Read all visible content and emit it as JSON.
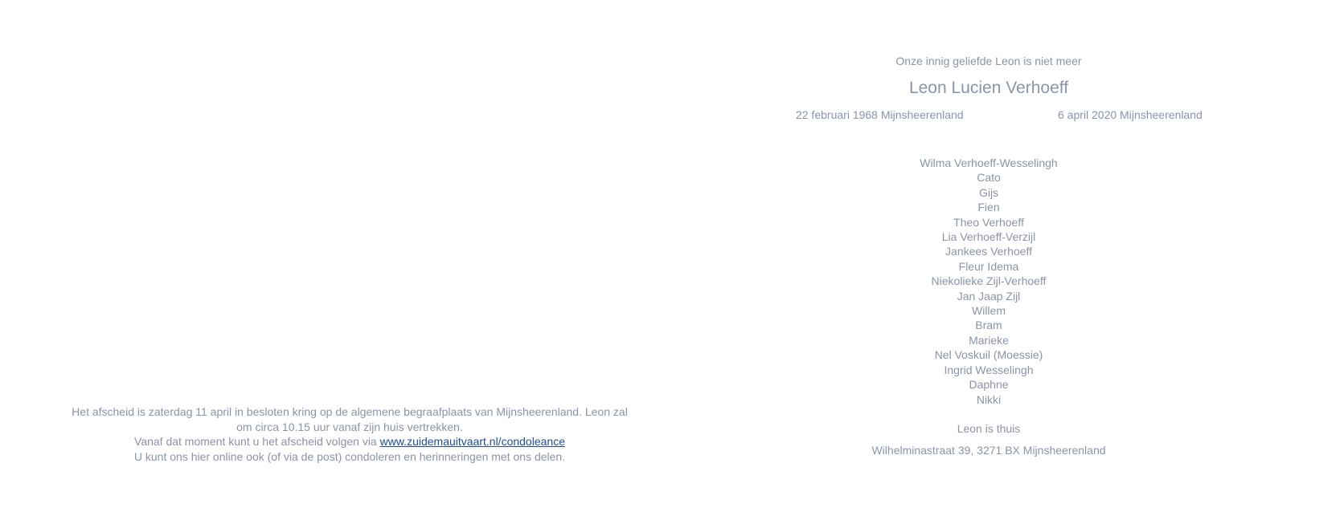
{
  "announcement": {
    "intro": "Onze innig geliefde Leon is niet meer",
    "full_name": "Leon Lucien Verhoeff",
    "birth": "22 februari 1968 Mijnsheerenland",
    "death": "6 april 2020 Mijnsheerenland",
    "family": [
      "Wilma Verhoeff-Wesselingh",
      "Cato",
      "Gijs",
      "Fien",
      "Theo Verhoeff",
      "Lia Verhoeff-Verzijl",
      "Jankees Verhoeff",
      "Fleur Idema",
      "Niekolieke Zijl-Verhoeff",
      "Jan Jaap Zijl",
      "Willem",
      "Bram",
      "Marieke",
      "Nel Voskuil (Moessie)",
      "Ingrid Wesselingh",
      "Daphne",
      "Nikki"
    ],
    "at_home": "Leon is thuis",
    "address": "Wilhelminastraat 39, 3271 BX Mijnsheerenland"
  },
  "farewell": {
    "line1": "Het afscheid is zaterdag 11 april in besloten kring op de algemene begraafplaats van Mijnsheerenland. Leon zal om circa 10.15 uur vanaf zijn huis vertrekken.",
    "line2_prefix": "Vanaf dat moment kunt u het afscheid volgen via",
    "link_text": "www.zuidemauitvaart.nl/condoleance",
    "line3": "U kunt ons hier online ook (of via de post) condoleren en herinneringen met ons delen."
  },
  "colors": {
    "text": "#8a94a6",
    "link": "#1f4e96"
  }
}
